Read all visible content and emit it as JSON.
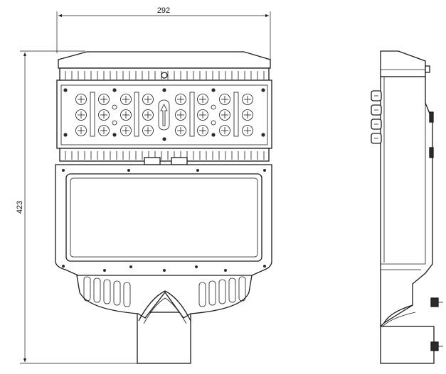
{
  "dimensions": {
    "width_label": "292",
    "height_label": "423"
  },
  "views": [
    {
      "name": "front-view"
    },
    {
      "name": "side-view"
    }
  ]
}
